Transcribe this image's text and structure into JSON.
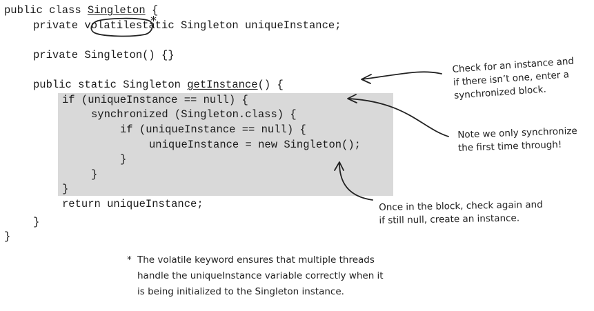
{
  "code": {
    "line1": {
      "prefix": "public class ",
      "class_name": "Singleton",
      "suffix": " {"
    },
    "line2": {
      "indent_keyword": "private ",
      "keyword": "volatile",
      "rest": "static Singleton uniqueInstance;"
    },
    "line3": "private Singleton() {}",
    "line4": {
      "prefix": "public static Singleton ",
      "method": "getInstance",
      "suffix": "() {"
    },
    "line5": "if (uniqueInstance == null) {",
    "line6": "synchronized (Singleton.class) {",
    "line7": "if (uniqueInstance == null) {",
    "line8": "uniqueInstance = new Singleton();",
    "line9": "}",
    "line10": "}",
    "line11": "}",
    "line12": "return uniqueInstance;",
    "line13": "}",
    "line14": "}"
  },
  "annotations": {
    "check": [
      "Check for an instance and",
      "if there isn’t one, enter a",
      "synchronized block."
    ],
    "sync": [
      "Note we only synchronize",
      "the first time through!"
    ],
    "once": [
      "Once in the block, check again and",
      "if still null, create an instance."
    ],
    "volatile_star": "*",
    "volatile": [
      "The volatile keyword ensures that multiple threads",
      "handle the uniqueInstance variable correctly when it",
      "is being initialized to the Singleton instance."
    ]
  },
  "colors": {
    "highlight": "#d9d9d9",
    "ink": "#222222"
  }
}
